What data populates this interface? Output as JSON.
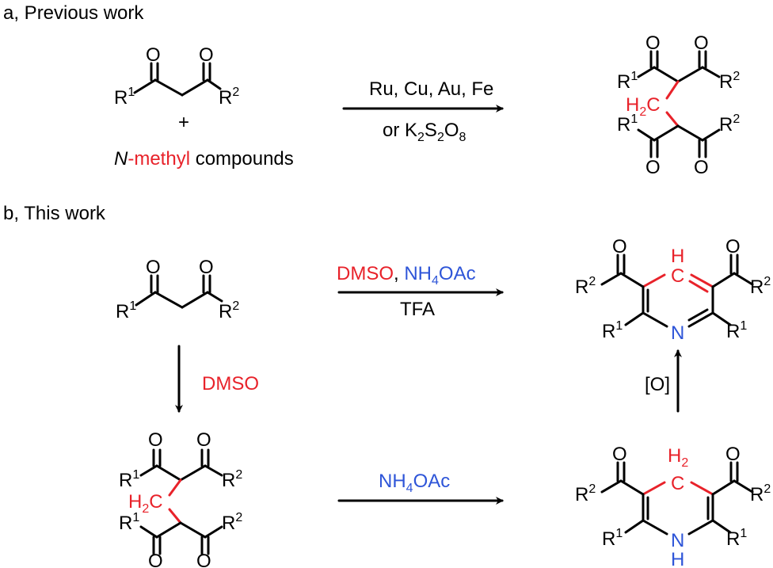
{
  "colors": {
    "red": "#e8222a",
    "blue": "#2e55d8",
    "black": "#000000"
  },
  "section_a": {
    "label": "a, Previous work",
    "reactant": {
      "o": "O",
      "r1": "R",
      "r1_sup": "1",
      "r2": "R",
      "r2_sup": "2"
    },
    "plus": "+",
    "nmethyl_n": "N",
    "nmethyl_dash": "-",
    "nmethyl_methyl": "methyl",
    "nmethyl_rest": " compounds",
    "conditions_top": "Ru, Cu, Au, Fe",
    "conditions_bottom_prefix": "or K",
    "conditions_bottom_sub1": "2",
    "conditions_bottom_s": "S",
    "conditions_bottom_sub2": "2",
    "conditions_bottom_o": "O",
    "conditions_bottom_sub3": "8",
    "product": {
      "o": "O",
      "r1": "R",
      "r1_sup": "1",
      "r2": "R",
      "r2_sup": "2",
      "h": "H",
      "h_sub": "2",
      "c": "C"
    }
  },
  "section_b": {
    "label": "b, This work",
    "reactant": {
      "o": "O",
      "r1": "R",
      "r1_sup": "1",
      "r2": "R",
      "r2_sup": "2"
    },
    "top_arrow_dmso": "DMSO",
    "top_arrow_comma": ", ",
    "top_arrow_nh": "NH",
    "top_arrow_nh_sub": "4",
    "top_arrow_oac": "OAc",
    "top_arrow_bottom": "TFA",
    "down_arrow_label": "DMSO",
    "bottom_arrow_nh": "NH",
    "bottom_arrow_nh_sub": "4",
    "bottom_arrow_oac": "OAc",
    "up_arrow_label": "[O]",
    "pyridine": {
      "o": "O",
      "h": "H",
      "c": "C",
      "n": "N",
      "r1": "R",
      "r1_sup": "1",
      "r2": "R",
      "r2_sup": "2"
    },
    "dihydropyridine": {
      "o": "O",
      "h": "H",
      "h_sub": "2",
      "c": "C",
      "n": "N",
      "nh": "H",
      "r1": "R",
      "r1_sup": "1",
      "r2": "R",
      "r2_sup": "2"
    },
    "dimer": {
      "o": "O",
      "r1": "R",
      "r1_sup": "1",
      "r2": "R",
      "r2_sup": "2",
      "h": "H",
      "h_sub": "2",
      "c": "C"
    }
  }
}
